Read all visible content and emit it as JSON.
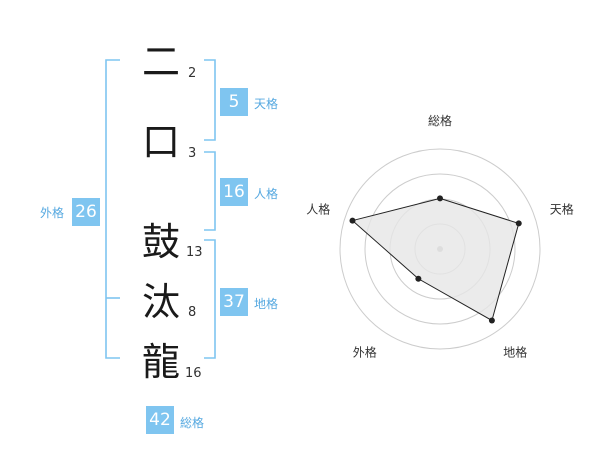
{
  "name": {
    "characters": [
      {
        "char": "二",
        "strokes": "2"
      },
      {
        "char": "口",
        "strokes": "3"
      },
      {
        "char": "鼓",
        "strokes": "13"
      },
      {
        "char": "汰",
        "strokes": "8"
      },
      {
        "char": "龍",
        "strokes": "16"
      }
    ]
  },
  "fortunes": {
    "tenkaku": {
      "value": "5",
      "label": "天格"
    },
    "jinkaku": {
      "value": "16",
      "label": "人格"
    },
    "chikaku": {
      "value": "37",
      "label": "地格"
    },
    "gaikaku": {
      "value": "26",
      "label": "外格"
    },
    "soukaku": {
      "value": "42",
      "label": "総格"
    }
  },
  "colors": {
    "accent": "#7fc5f0",
    "bracket": "#7fc5f0",
    "radar_fill": "#e8e8e8",
    "grid": "#cccccc"
  },
  "chart_data": {
    "type": "radar",
    "axes": [
      "総格",
      "天格",
      "地格",
      "外格",
      "人格"
    ],
    "values": [
      0.55,
      0.9,
      0.96,
      0.4,
      1.0
    ],
    "range": [
      0,
      1
    ],
    "rings": 4
  }
}
